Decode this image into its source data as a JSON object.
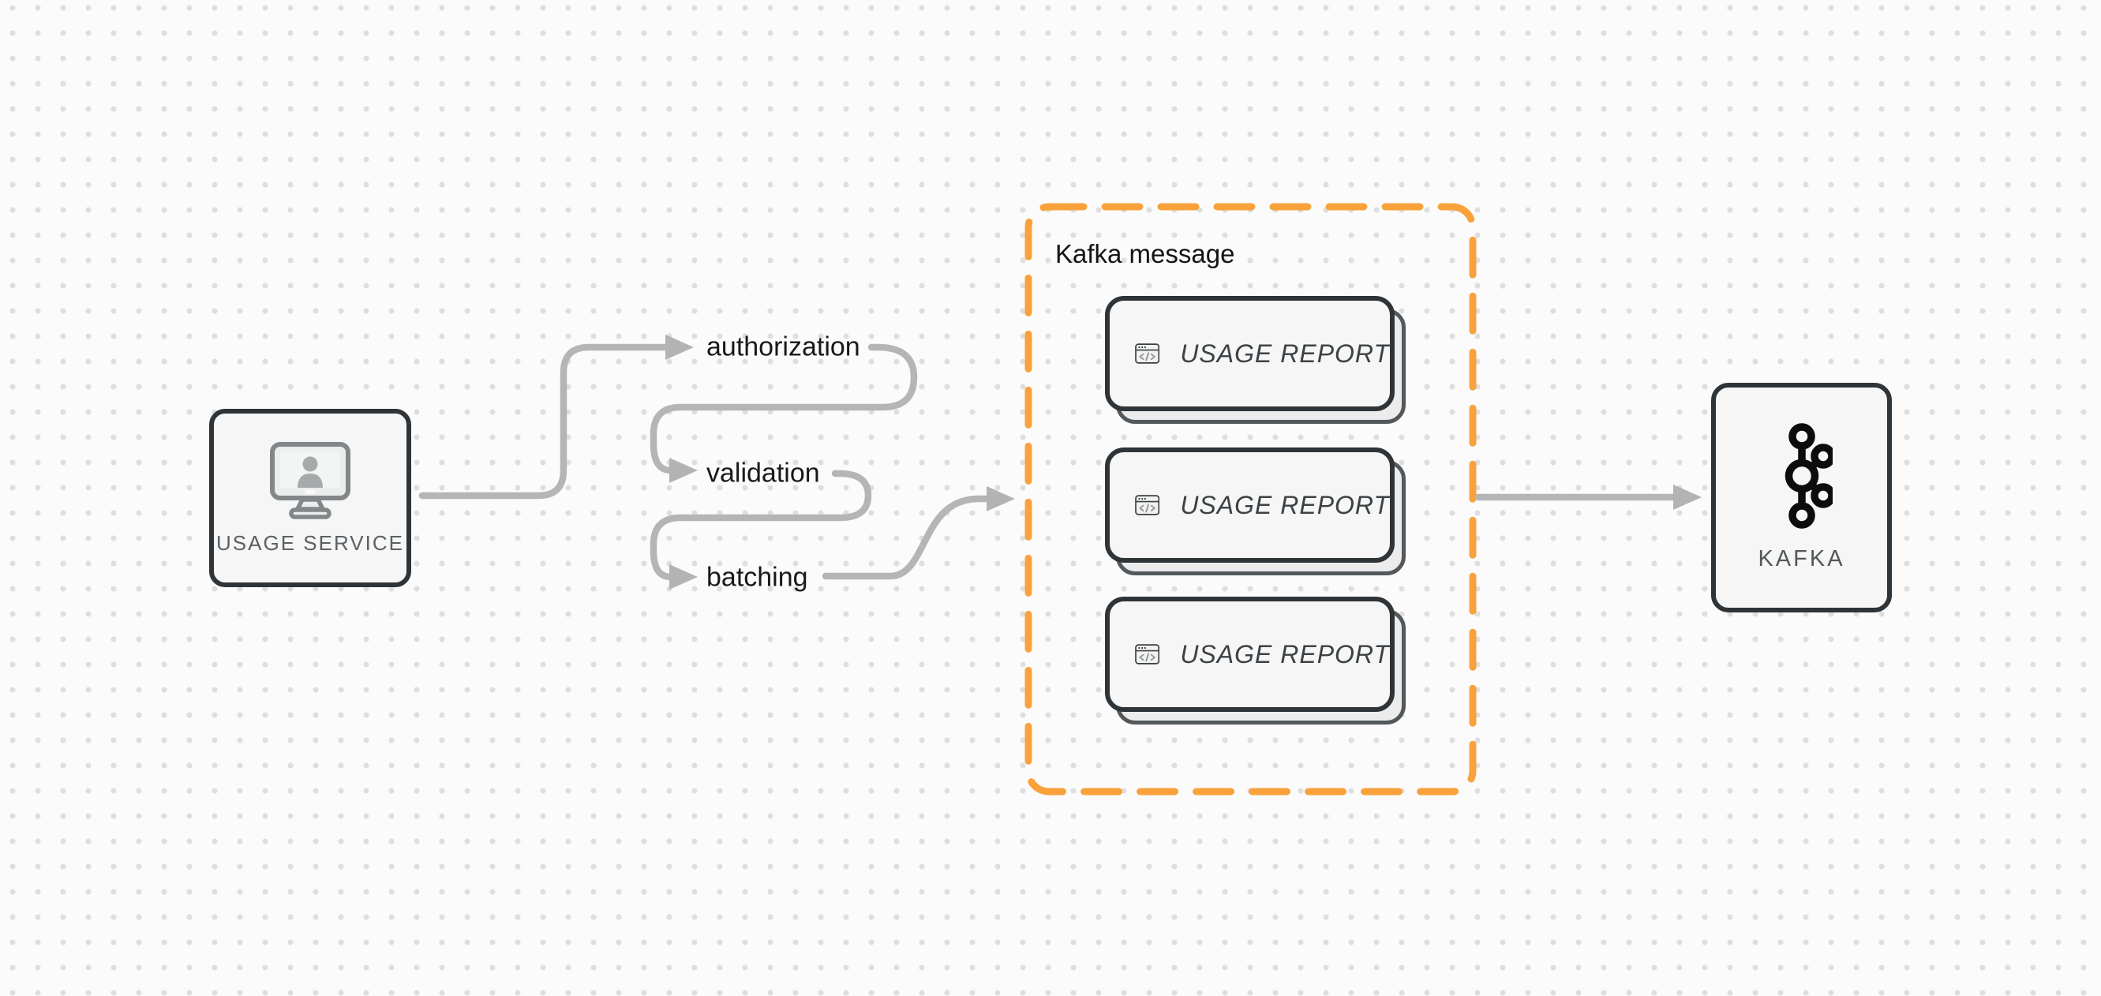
{
  "diagram": {
    "type": "flow-diagram",
    "background": "dot-grid"
  },
  "nodes": {
    "usage_service": {
      "label": "USAGE SERVICE",
      "icon": "monitor-user-icon"
    },
    "kafka": {
      "label": "KAFKA",
      "icon": "kafka-logo-icon"
    }
  },
  "pipeline_steps": [
    {
      "label": "authorization"
    },
    {
      "label": "validation"
    },
    {
      "label": "batching"
    }
  ],
  "kafka_message": {
    "title": "Kafka message",
    "cards": [
      {
        "label": "USAGE REPORT",
        "icon": "code-window-icon"
      },
      {
        "label": "USAGE REPORT",
        "icon": "code-window-icon"
      },
      {
        "label": "USAGE REPORT",
        "icon": "code-window-icon"
      }
    ]
  },
  "flow": [
    "usage-service -> authorization",
    "authorization -> validation",
    "validation -> batching",
    "batching -> kafka-message",
    "kafka-message -> kafka"
  ],
  "colors": {
    "accent_orange": "#F9A23C",
    "connector_gray": "#B5B5B5",
    "shape_border": "#2F3438",
    "shape_fill": "#F5F6F5",
    "background": "#FBFBFB",
    "grid_dot": "#DEDEDE",
    "text_dark": "#191919",
    "text_muted": "#5B6064"
  }
}
